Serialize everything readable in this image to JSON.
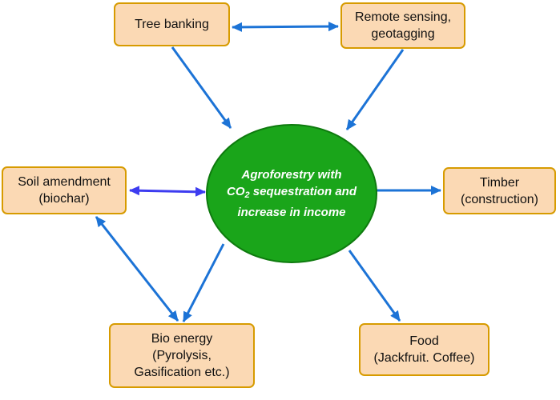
{
  "center": {
    "line1": "Agroforestry with",
    "line2_prefix": "CO",
    "line2_sub": "2",
    "line2_suffix": " sequestration and",
    "line3": "increase in income"
  },
  "nodes": {
    "tree_banking": {
      "line1": "Tree banking"
    },
    "remote_sensing": {
      "line1": "Remote sensing,",
      "line2": "geotagging"
    },
    "soil_amendment": {
      "line1": "Soil amendment",
      "line2": "(biochar)"
    },
    "timber": {
      "line1": "Timber",
      "line2": "(construction)"
    },
    "bio_energy": {
      "line1": "Bio energy",
      "line2": "(Pyrolysis,",
      "line3": "Gasification etc.)"
    },
    "food": {
      "line1": "Food",
      "line2": "(Jackfruit. Coffee)"
    }
  },
  "colors": {
    "circle_fill": "#1aa51a",
    "circle_stroke": "#0e7a0e",
    "node_fill": "#fbd9b4",
    "node_border": "#d79b00",
    "arrow_blue": "#1c73d6",
    "arrow_indigo": "#3d3cf0"
  }
}
